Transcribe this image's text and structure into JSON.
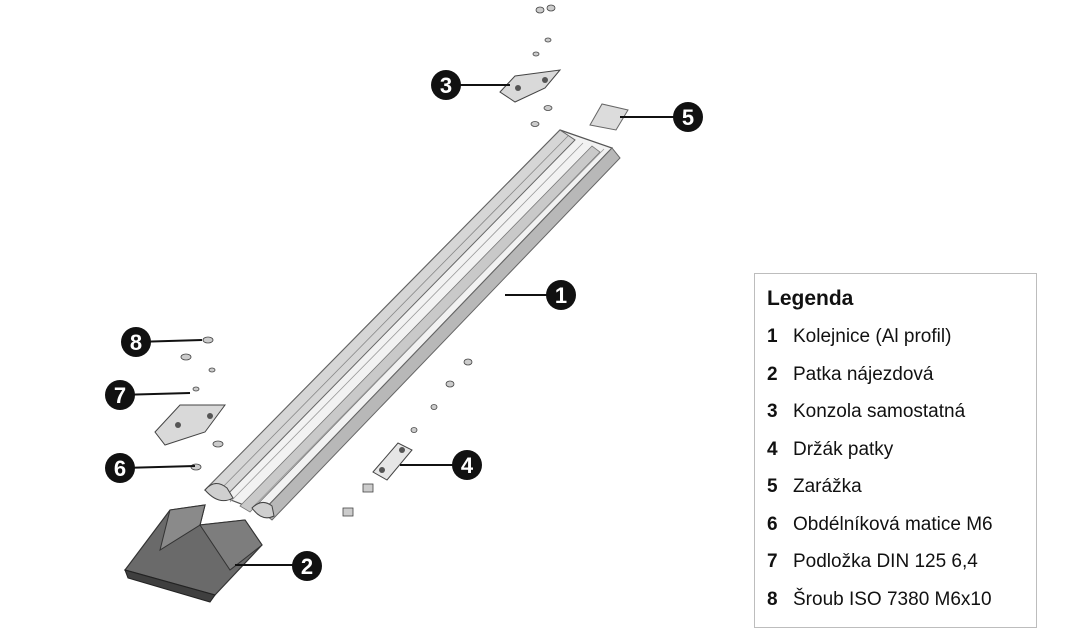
{
  "legend": {
    "title": "Legenda",
    "items": [
      {
        "num": "1",
        "label": "Kolejnice (Al profil)"
      },
      {
        "num": "2",
        "label": "Patka nájezdová"
      },
      {
        "num": "3",
        "label": "Konzola samostatná"
      },
      {
        "num": "4",
        "label": "Držák patky"
      },
      {
        "num": "5",
        "label": "Zarážka"
      },
      {
        "num": "6",
        "label": "Obdélníková matice M6"
      },
      {
        "num": "7",
        "label": "Podložka DIN 125 6,4"
      },
      {
        "num": "8",
        "label": "Šroub ISO 7380 M6x10"
      }
    ]
  },
  "callouts": [
    "1",
    "2",
    "3",
    "4",
    "5",
    "6",
    "7",
    "8"
  ],
  "colors": {
    "callout_fill": "#111111",
    "part_light": "#e8e8e8",
    "part_mid": "#bfbfbf",
    "part_dark": "#5a5a5a"
  }
}
